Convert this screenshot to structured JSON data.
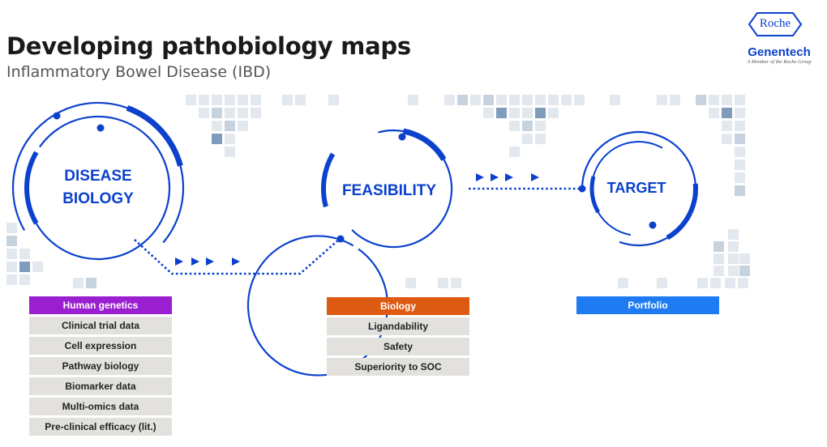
{
  "header": {
    "title": "Developing pathobiology maps",
    "subtitle": "Inflammatory Bowel Disease (IBD)"
  },
  "logo": {
    "roche": "Roche",
    "genentech": "Genentech",
    "tagline": "A Member of the Roche Group"
  },
  "stages": [
    {
      "label_lines": [
        "DISEASE",
        "BIOLOGY"
      ]
    },
    {
      "label_lines": [
        "FEASIBILITY"
      ]
    },
    {
      "label_lines": [
        "TARGET"
      ]
    }
  ],
  "lists": [
    {
      "header": "Human genetics",
      "header_color": "#9a1fd0",
      "items": [
        "Clinical trial data",
        "Cell expression",
        "Pathway biology",
        "Biomarker data",
        "Multi-omics data",
        "Pre-clinical efficacy (lit.)"
      ]
    },
    {
      "header": "Biology",
      "header_color": "#dd5a12",
      "items": [
        "Ligandability",
        "Safety",
        "Superiority to SOC"
      ]
    },
    {
      "header": "Portfolio",
      "header_color": "#1f7bf2",
      "items": []
    }
  ],
  "colors": {
    "primary_blue": "#0b41cd",
    "tile_light": "#e3e8ef",
    "tile_mid": "#c7d2df",
    "tile_dark": "#7f9cba"
  },
  "icons": {
    "logo": "roche-hexagon-logo",
    "arrow": "triangle-arrow-icon",
    "node": "dot-node-icon"
  }
}
